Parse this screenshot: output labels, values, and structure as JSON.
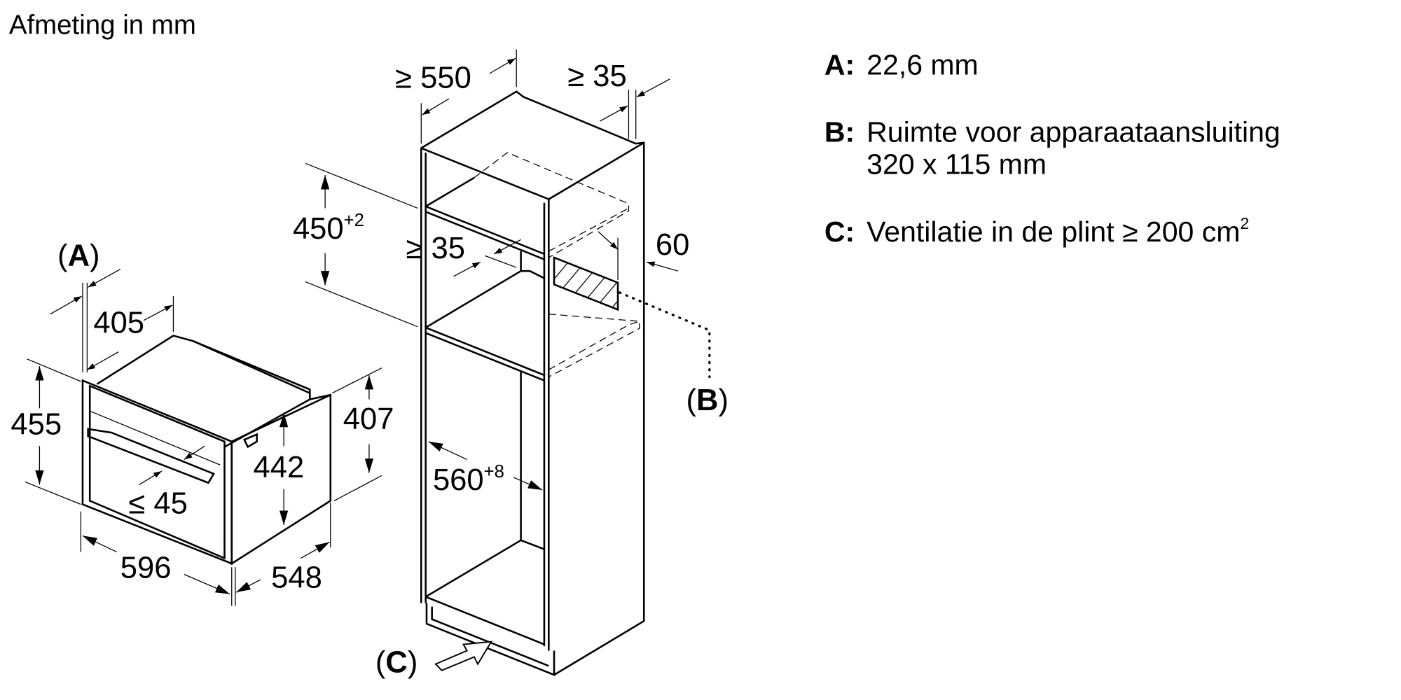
{
  "title": "Afmeting in mm",
  "legend": {
    "a_key": "A:",
    "a_text": "22,6 mm",
    "b_key": "B:",
    "b_text_line1": "Ruimte voor apparaataansluiting",
    "b_text_line2": "320 x 115 mm",
    "c_key": "C:",
    "c_text": "Ventilatie in de plint ≥ 200 cm",
    "c_sup": "2"
  },
  "oven_dims": {
    "a_label_open": "(",
    "a_label_key": "A",
    "a_label_close": ")",
    "depth_top": "405",
    "height_front": "455",
    "height_back": "407",
    "height_side": "442",
    "door_gap": "≤ 45",
    "width": "596",
    "depth": "548"
  },
  "cabinet_dims": {
    "depth_min": "≥ 550",
    "back_gap": "≥ 35",
    "niche_height": "450",
    "niche_height_tol": "+2",
    "shelf_gap": "≥ 35",
    "side_offset": "60",
    "niche_width": "560",
    "niche_width_tol": "+8",
    "b_label_open": "(",
    "b_label_key": "B",
    "b_label_close": ")",
    "c_label_open": "(",
    "c_label_key": "C",
    "c_label_close": ")"
  }
}
